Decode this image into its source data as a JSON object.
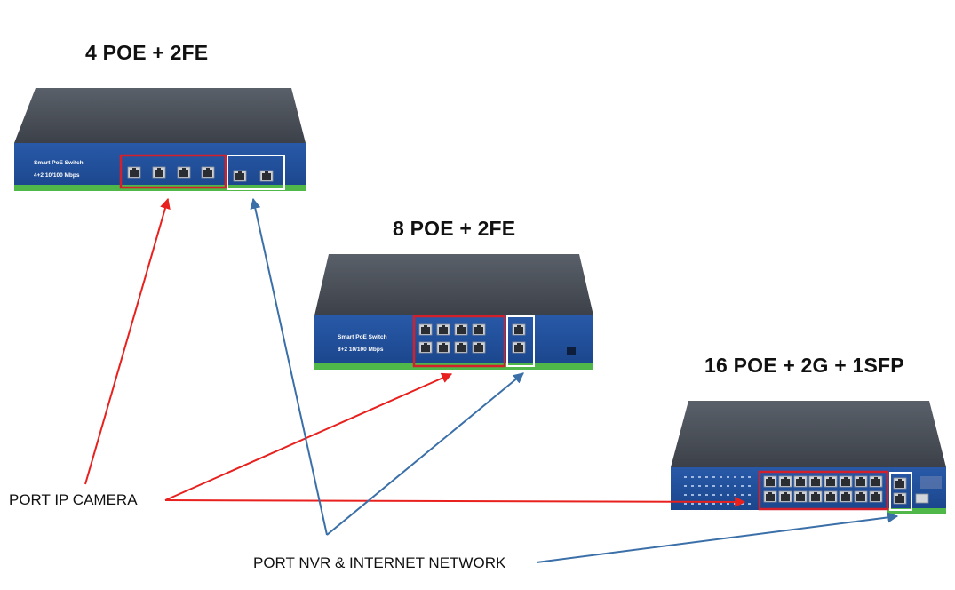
{
  "switches": [
    {
      "title": "4 POE + 2FE",
      "brand_line": "Smart PoE Switch",
      "spec_line": "4+2 10/100 Mbps",
      "poe_ports": 4,
      "uplink_ports": 2,
      "sfp_ports": 0
    },
    {
      "title": "8 POE + 2FE",
      "brand_line": "Smart PoE Switch",
      "spec_line": "8+2 10/100 Mbps",
      "poe_ports": 8,
      "uplink_ports": 2,
      "sfp_ports": 0
    },
    {
      "title": "16 POE + 2G + 1SFP",
      "poe_ports": 16,
      "uplink_ports": 2,
      "sfp_ports": 1
    }
  ],
  "labels": {
    "camera": "PORT IP CAMERA",
    "network": "PORT NVR & INTERNET NETWORK"
  },
  "colors": {
    "camera_arrow": "#e8211e",
    "network_arrow": "#3b6fa8",
    "panel_blue": "#1f4f9a",
    "chassis_top": "#4a5058",
    "status_strip": "#4fb848",
    "poe_box": "#d4202a",
    "uplink_box": "#ffffff"
  }
}
